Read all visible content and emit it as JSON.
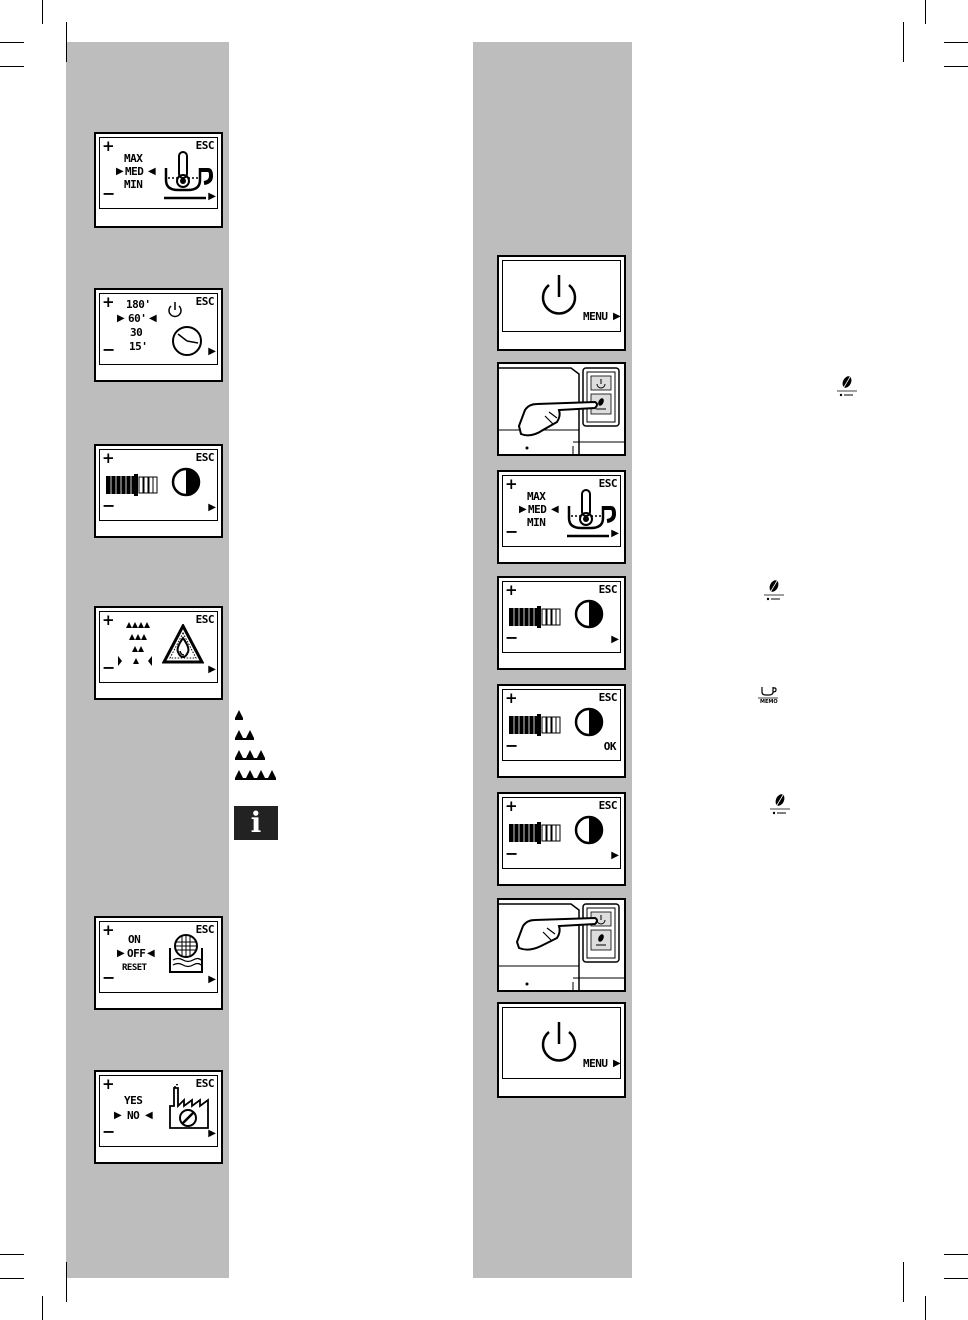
{
  "left_panels": [
    {
      "id": "temperature",
      "options": [
        "MAX",
        "MED",
        "MIN"
      ],
      "selected": "MED",
      "plus": "+",
      "minus": "−",
      "esc": "ESC"
    },
    {
      "id": "autooff",
      "options": [
        "180'",
        "60'",
        "30",
        "15'"
      ],
      "selected": "60'",
      "plus": "+",
      "minus": "−",
      "esc": "ESC"
    },
    {
      "id": "contrast",
      "plus": "+",
      "minus": "−",
      "esc": "ESC"
    },
    {
      "id": "hardness",
      "plus": "+",
      "minus": "−",
      "esc": "ESC"
    },
    {
      "id": "filter",
      "options": [
        "ON",
        "OFF",
        "RESET"
      ],
      "selected": "OFF",
      "plus": "+",
      "minus": "−",
      "esc": "ESC"
    },
    {
      "id": "factory",
      "options": [
        "YES",
        "NO"
      ],
      "selected": "NO",
      "plus": "+",
      "minus": "−",
      "esc": "ESC"
    }
  ],
  "right_panels": [
    {
      "id": "standby1",
      "menu": "MENU"
    },
    {
      "id": "press-button"
    },
    {
      "id": "temperature",
      "options": [
        "MAX",
        "MED",
        "MIN"
      ],
      "selected": "MED",
      "plus": "+",
      "minus": "−",
      "esc": "ESC"
    },
    {
      "id": "contrast1",
      "plus": "+",
      "minus": "−",
      "esc": "ESC"
    },
    {
      "id": "contrast-ok",
      "plus": "+",
      "minus": "−",
      "esc": "ESC",
      "ok": "OK"
    },
    {
      "id": "contrast2",
      "plus": "+",
      "minus": "−",
      "esc": "ESC"
    },
    {
      "id": "press-power"
    },
    {
      "id": "standby2",
      "menu": "MENU"
    }
  ],
  "info_icon": "i",
  "memo_label": "MEMO",
  "icons": [
    "thermometer-cup-icon",
    "power-icon",
    "clock-icon",
    "contrast-icon",
    "water-drop-warning-icon",
    "filter-icon",
    "factory-reset-icon",
    "hand-press-icon",
    "coffee-bean-icon",
    "cup-memo-icon",
    "info-icon",
    "hardness-level-icon"
  ]
}
